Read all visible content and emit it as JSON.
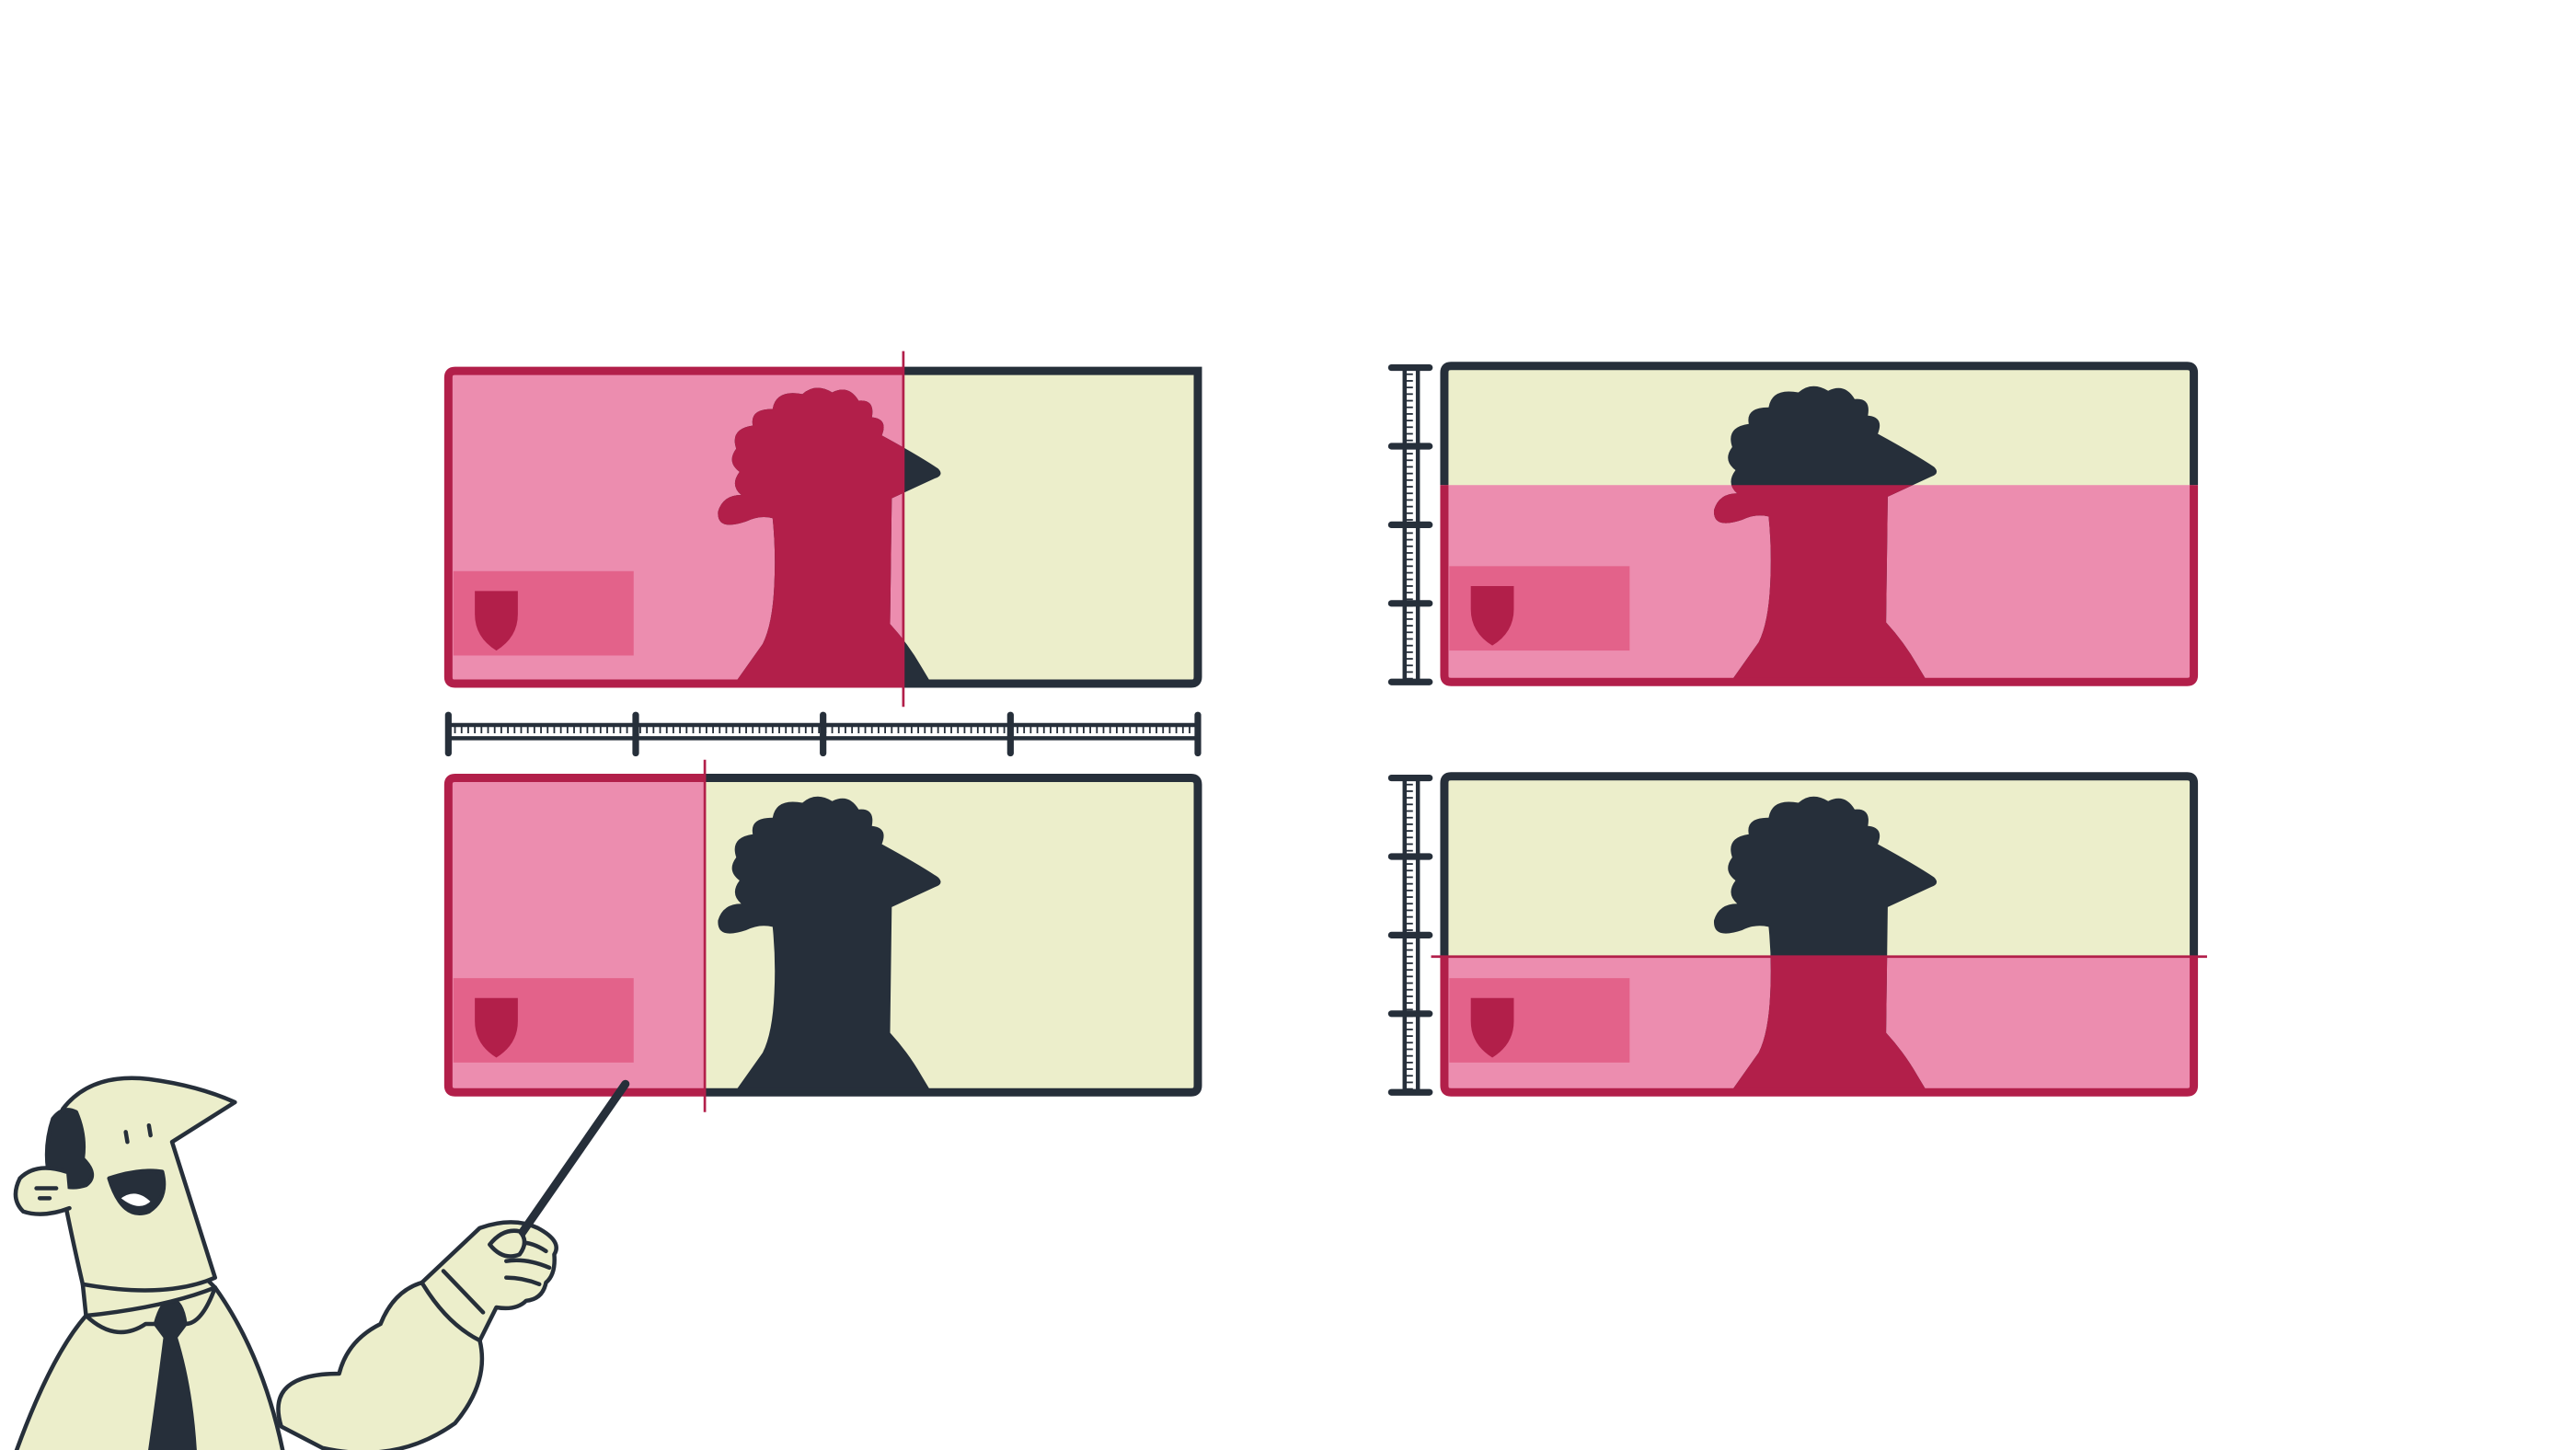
{
  "colors": {
    "outline": "#262f3a",
    "cream": "#eceecb",
    "pink": "#ec8daf",
    "pink_dark": "#e3628a",
    "crimson": "#b21f4a",
    "skin": "#eceecb",
    "background": "#ffffff"
  },
  "panels": [
    {
      "name": "banknote-horizontal-half",
      "direction": "horizontal",
      "fill_fraction": 0.61
    },
    {
      "name": "banknote-horizontal-quarter",
      "direction": "horizontal",
      "fill_fraction": 0.34
    },
    {
      "name": "banknote-vertical-half",
      "direction": "vertical",
      "fill_fraction": 0.63
    },
    {
      "name": "banknote-vertical-quarter",
      "direction": "vertical",
      "fill_fraction": 0.42
    }
  ],
  "rulers": {
    "horizontal_major_ticks": 5,
    "vertical_major_ticks": 5
  },
  "icons": {
    "note_emblem": "shield-icon",
    "note_portrait": "portrait-silhouette-icon",
    "presenter": "presenter-character-icon",
    "pointer": "pointer-stick-icon"
  }
}
